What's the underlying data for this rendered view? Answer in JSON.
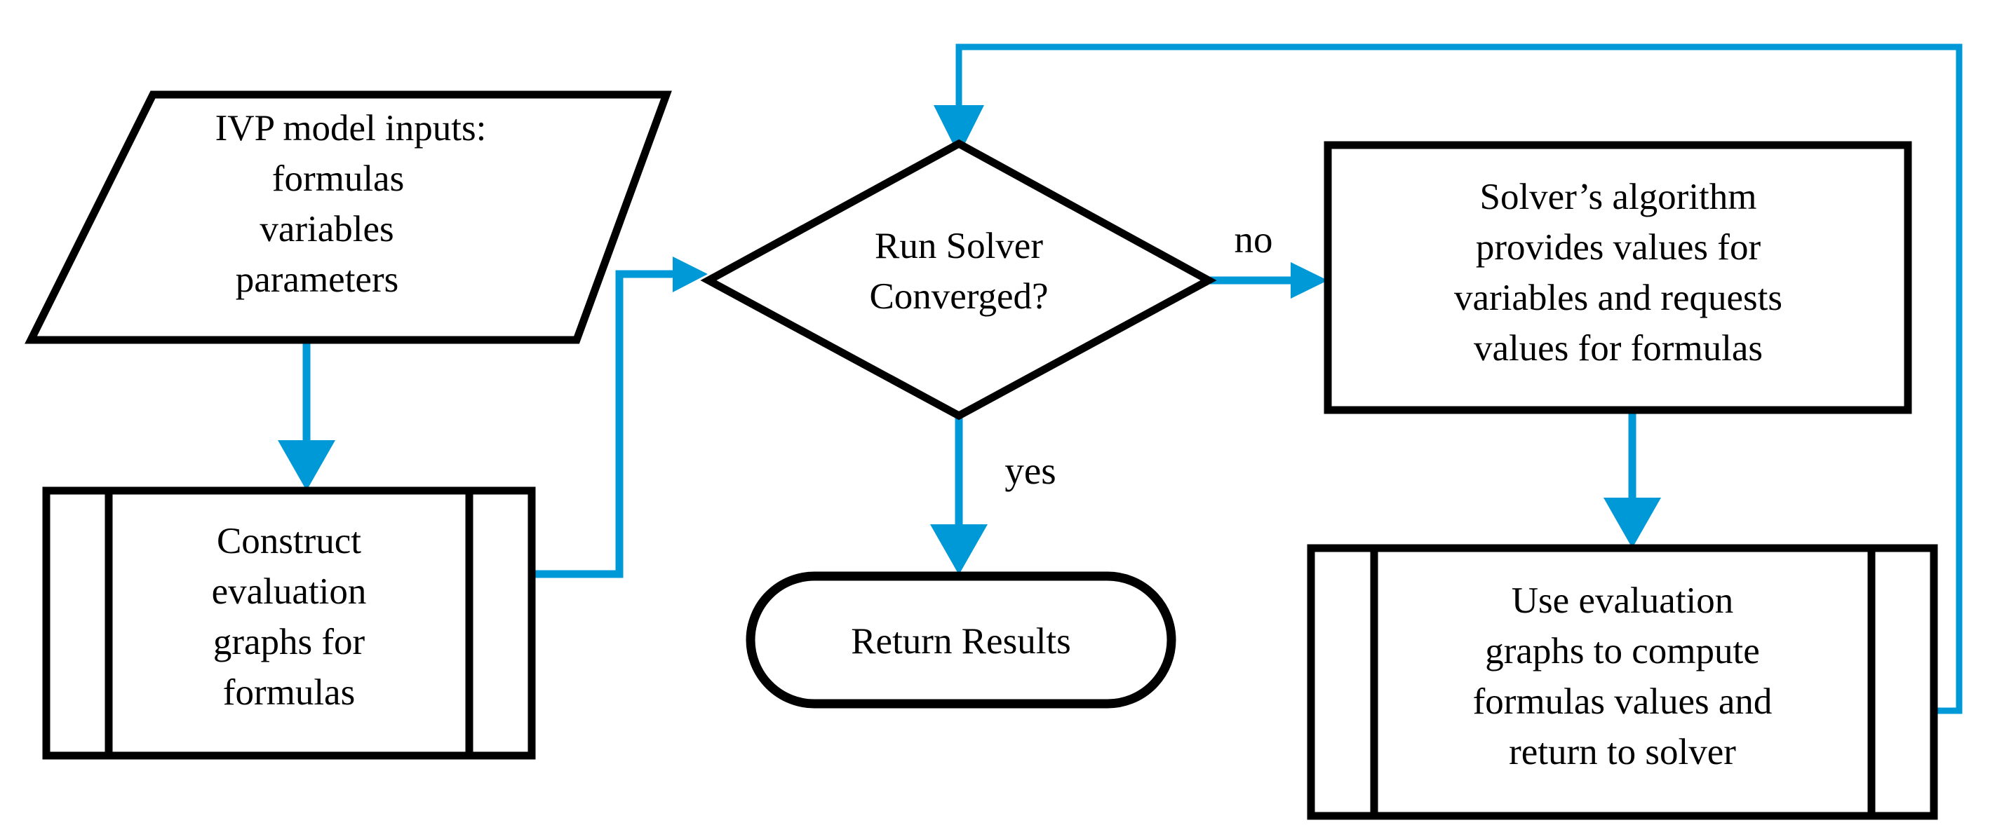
{
  "diagram": {
    "title": "IVP solver evaluation-graph flowchart",
    "accent_color": "#0099D8",
    "stroke_color": "#000000",
    "background_color": "#FFFFFF"
  },
  "nodes": {
    "inputs": {
      "shape": "parallelogram",
      "lines": [
        "IVP model inputs:",
        "formulas",
        "variables",
        "parameters"
      ],
      "line1": "IVP model inputs:",
      "line2": "formulas",
      "line3": "variables",
      "line4": "parameters"
    },
    "construct": {
      "shape": "predefined-process",
      "lines": [
        "Construct",
        "evaluation",
        "graphs for",
        "formulas"
      ],
      "line1": "Construct",
      "line2": "evaluation",
      "line3": "graphs for",
      "line4": "formulas"
    },
    "decision": {
      "shape": "diamond",
      "lines": [
        "Run Solver",
        "Converged?"
      ],
      "line1": "Run Solver",
      "line2": "Converged?"
    },
    "solver": {
      "shape": "process",
      "lines": [
        "Solver’s algorithm",
        "provides values for",
        "variables and requests",
        "values for formulas"
      ],
      "line1": "Solver’s algorithm",
      "line2": "provides values for",
      "line3": "variables and requests",
      "line4": "values for formulas"
    },
    "evaluate": {
      "shape": "predefined-process",
      "lines": [
        "Use evaluation",
        "graphs to compute",
        "formulas values and",
        "return to solver"
      ],
      "line1": "Use evaluation",
      "line2": "graphs to compute",
      "line3": "formulas values and",
      "line4": "return to solver"
    },
    "result": {
      "shape": "terminator",
      "lines": [
        "Return Results"
      ],
      "line1": "Return Results"
    }
  },
  "edge_labels": {
    "no": "no",
    "yes": "yes"
  },
  "edges": [
    {
      "from": "inputs",
      "to": "construct",
      "label": ""
    },
    {
      "from": "construct",
      "to": "decision",
      "label": ""
    },
    {
      "from": "decision",
      "to": "solver",
      "label": "no"
    },
    {
      "from": "decision",
      "to": "result",
      "label": "yes"
    },
    {
      "from": "solver",
      "to": "evaluate",
      "label": ""
    },
    {
      "from": "evaluate",
      "to": "decision",
      "label": ""
    }
  ]
}
